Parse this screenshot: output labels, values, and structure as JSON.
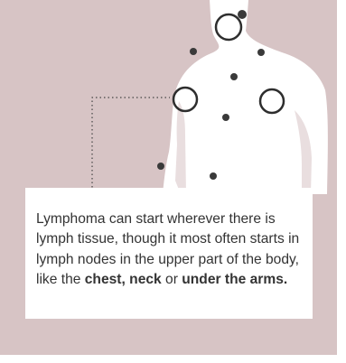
{
  "caption": {
    "text_1": "Lymphoma can start wherever there is lymph tissue, though it most often starts in lymph nodes in the upper part of the body, like the ",
    "highlight_chest": "chest,",
    "text_2": " ",
    "highlight_neck": "neck",
    "text_3": " or ",
    "highlight_arms": "under the arms."
  },
  "colors": {
    "background": "#d7c4c5",
    "body": "#ffffff",
    "node": "#3a3a3a",
    "arm_shadow": "#e9dedf"
  },
  "icons": {
    "lymph_node": "filled-dot",
    "node_group_highlight": "ring-outline"
  }
}
